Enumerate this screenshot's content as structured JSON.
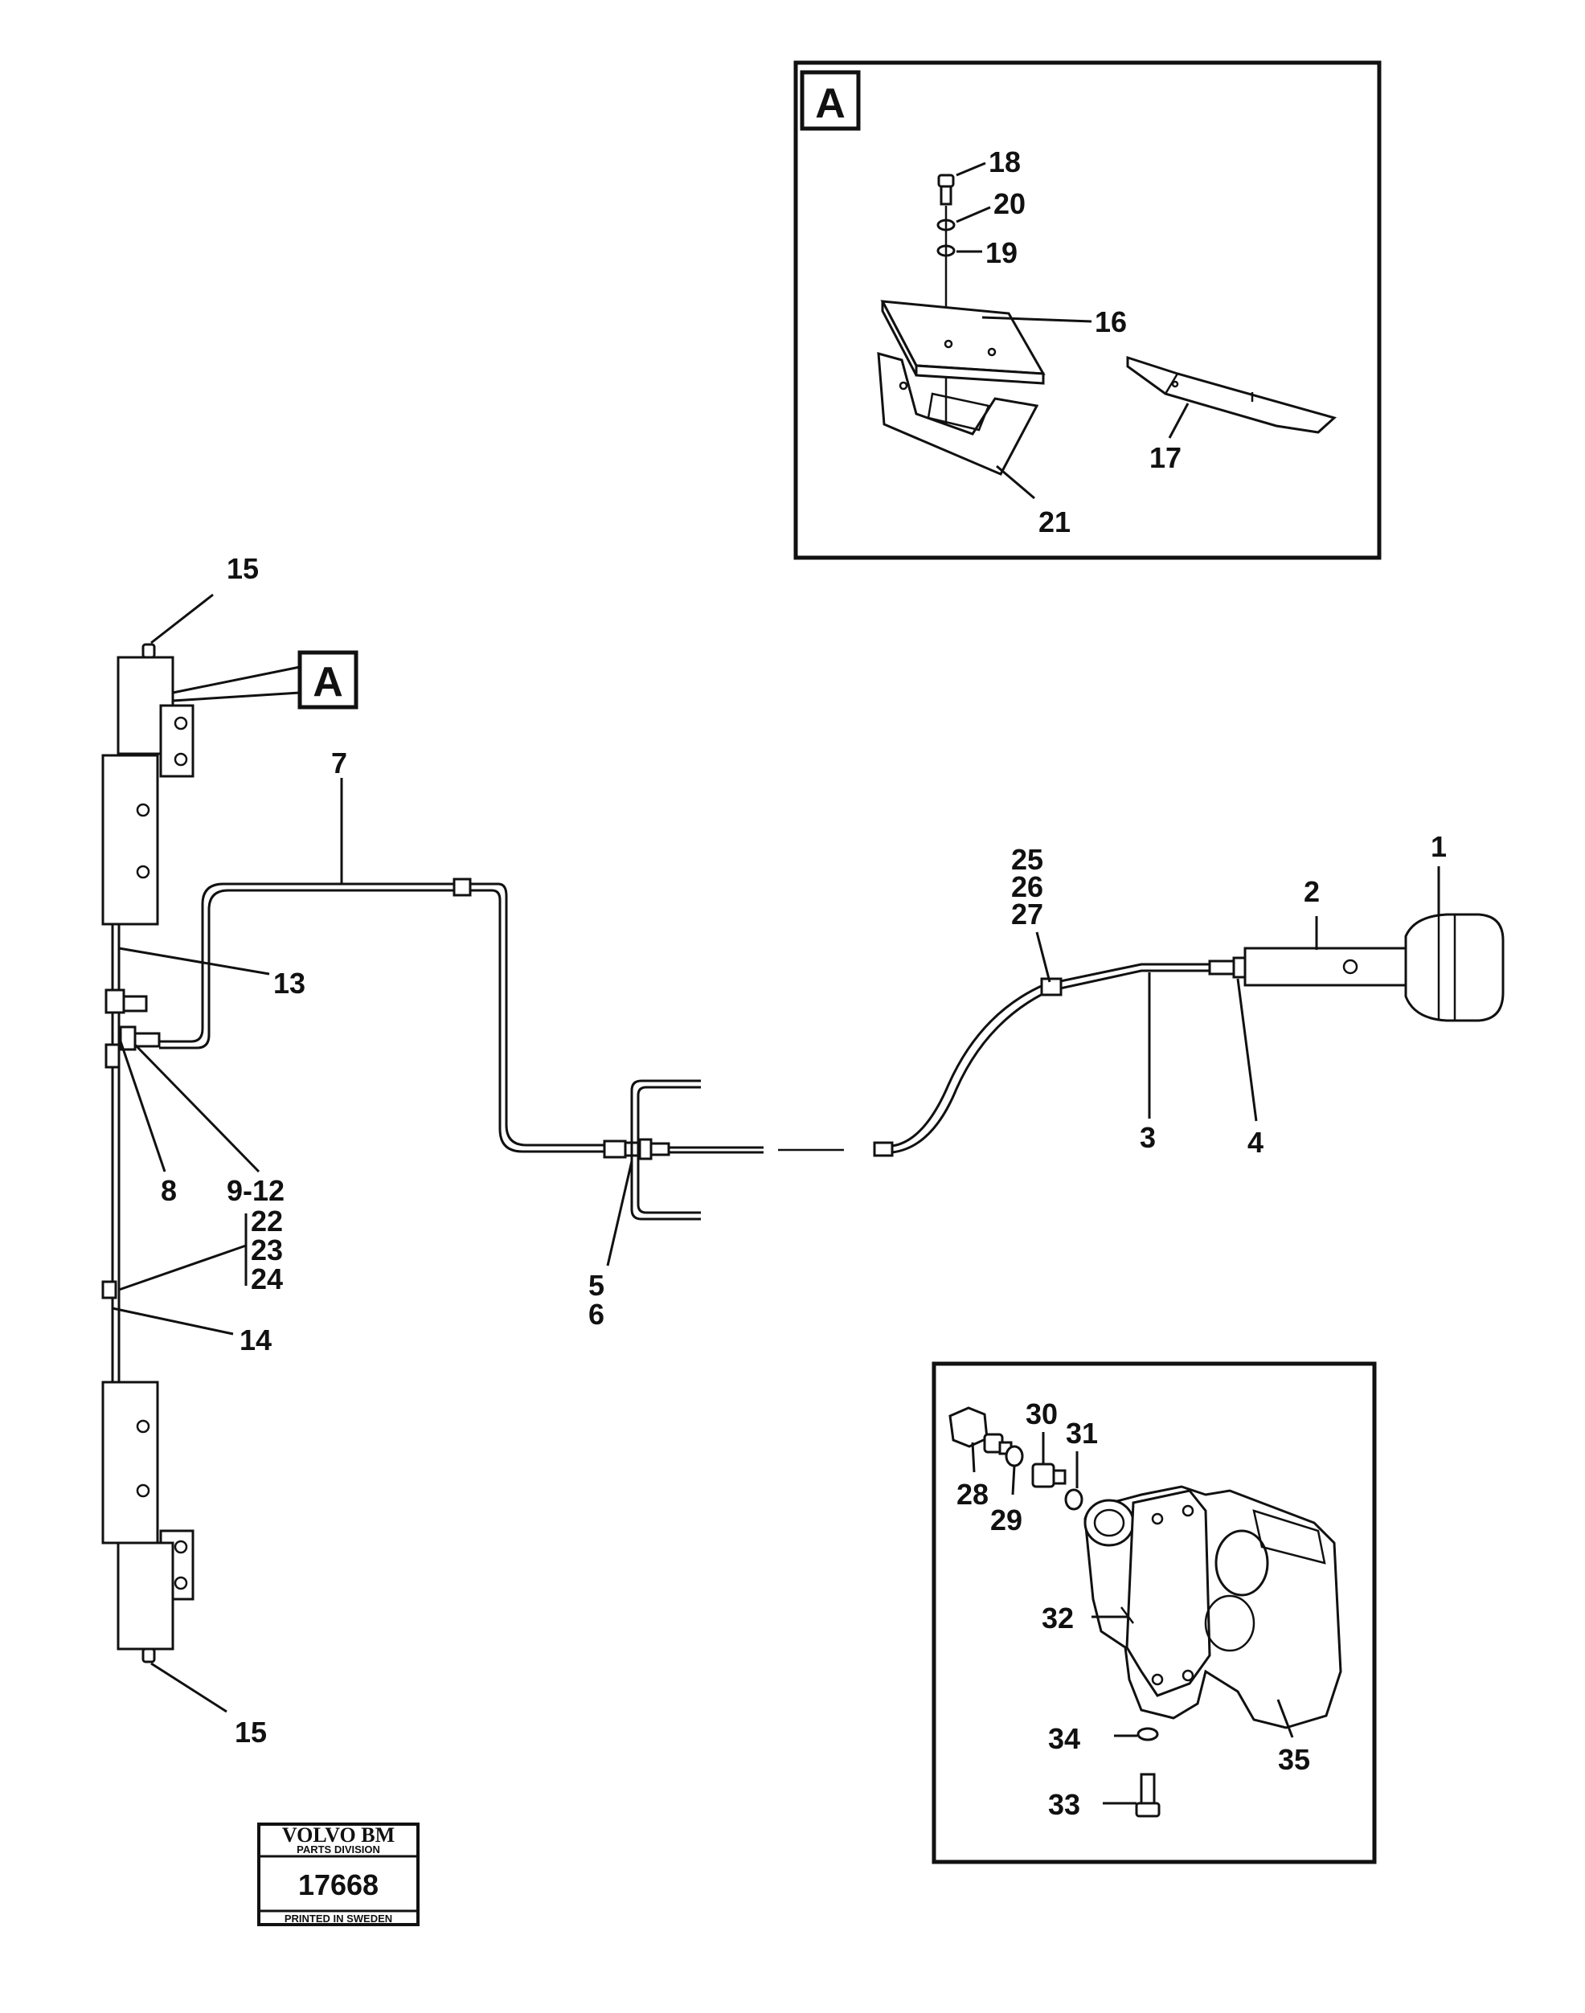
{
  "detail_view": {
    "label": "A",
    "callout_label": "A"
  },
  "callouts": {
    "c1": "1",
    "c2": "2",
    "c3": "3",
    "c4": "4",
    "c5": "5",
    "c6": "6",
    "c7": "7",
    "c8": "8",
    "c9_12": "9-12",
    "c13": "13",
    "c14": "14",
    "c15_top": "15",
    "c15_bottom": "15",
    "c16": "16",
    "c17": "17",
    "c18": "18",
    "c19": "19",
    "c20": "20",
    "c21": "21",
    "c22": "22",
    "c23": "23",
    "c24": "24",
    "c25": "25",
    "c26": "26",
    "c27": "27",
    "c28": "28",
    "c29": "29",
    "c30": "30",
    "c31": "31",
    "c32": "32",
    "c33": "33",
    "c34": "34",
    "c35": "35"
  },
  "stamp": {
    "brand": "VOLVO BM",
    "division": "PARTS DIVISION",
    "number": "17668",
    "footer": "PRINTED IN SWEDEN"
  }
}
